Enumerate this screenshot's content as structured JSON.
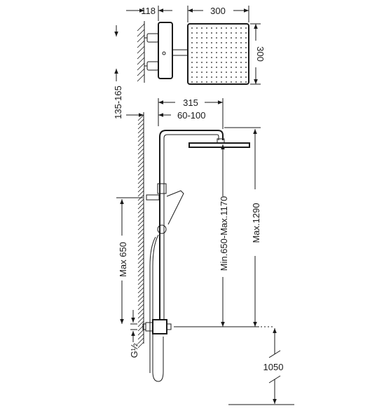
{
  "drawing": {
    "top_view": {
      "width_mixer": "118",
      "width_head": "300",
      "depth_head": "300"
    },
    "front_view": {
      "wall_distance": "135-165",
      "arm_length": "315",
      "arm_offset": "60-100",
      "height_range": "Min.650-Max.1170",
      "height_max": "Max.1290",
      "mixer_height": "Max 650",
      "connection": "G½",
      "floor_height": "1050"
    }
  }
}
